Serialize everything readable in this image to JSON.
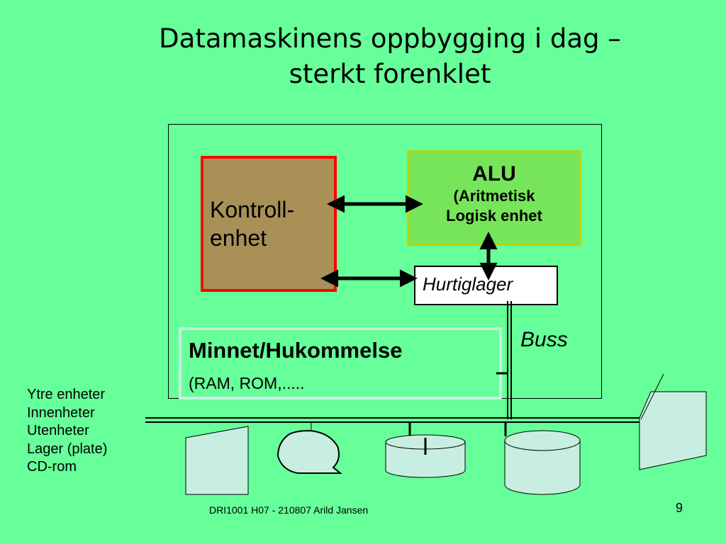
{
  "title": {
    "line1": "Datamaskinens oppbygging i dag –",
    "line2": "sterkt forenklet"
  },
  "kontroll": {
    "line1": "Kontroll-",
    "line2": "enhet"
  },
  "alu": {
    "title": "ALU",
    "line1": "(Aritmetisk",
    "line2": "Logisk enhet"
  },
  "hurtiglager": {
    "label": "Hurtiglager"
  },
  "minnet": {
    "title": "Minnet/Hukommelse",
    "subtitle": "(RAM, ROM,....."
  },
  "buss": {
    "label": "Buss"
  },
  "devices": {
    "items": [
      "Ytre enheter",
      "Innenheter",
      "Utenheter",
      "Lager (plate)",
      "CD-rom"
    ]
  },
  "footer": {
    "text": "DRI1001 H07 -  210807  Arild Jansen",
    "page": "9"
  },
  "colors": {
    "background": "#66ff99",
    "kontroll_fill": "#a89057",
    "kontroll_border": "#ff0000",
    "alu_fill": "#77e55a",
    "alu_border": "#b8d510",
    "device_fill": "#c8eee2"
  }
}
